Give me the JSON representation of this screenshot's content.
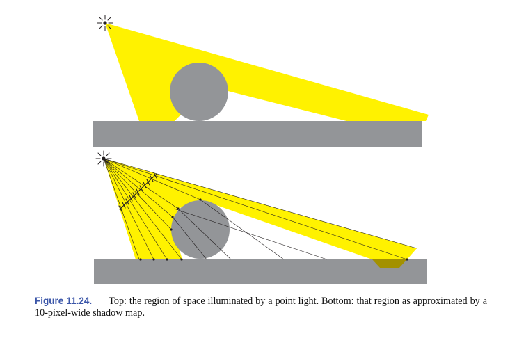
{
  "figure": {
    "colors": {
      "light_region": "#fff200",
      "sphere": "#939598",
      "floor": "#939598",
      "overlap": "#a39100",
      "ray": "#231f20"
    },
    "icons": [
      "point-light-icon",
      "point-light-icon"
    ],
    "shadow_map_pixels": 10
  },
  "caption": {
    "label": "Figure 11.24.",
    "text": "Top: the region of space illuminated by a point light. Bottom: that region as approximated by a 10-pixel-wide shadow map."
  }
}
